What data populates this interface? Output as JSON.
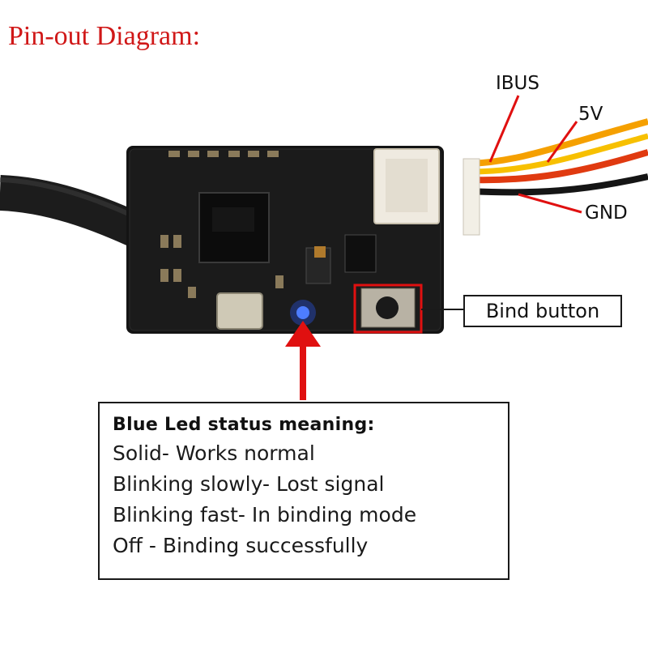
{
  "title": "Pin-out Diagram:",
  "pins": {
    "ibus": "IBUS",
    "v5": "5V",
    "gnd": "GND"
  },
  "bind_button_label": "Bind button",
  "status_legend": {
    "heading": "Blue Led status meaning:",
    "lines": [
      "Solid- Works normal",
      "Blinking slowly- Lost signal",
      "Blinking fast- In binding mode",
      "Off - Binding successfully"
    ]
  },
  "colors": {
    "title": "#d01818",
    "annotation_arrow": "#e01010",
    "bind_highlight": "#e01010",
    "led": "#2a5cff",
    "pcb": "#141414",
    "wire_signal": "#f5a000",
    "wire_power": "#e03a10",
    "wire_ground": "#151515"
  }
}
